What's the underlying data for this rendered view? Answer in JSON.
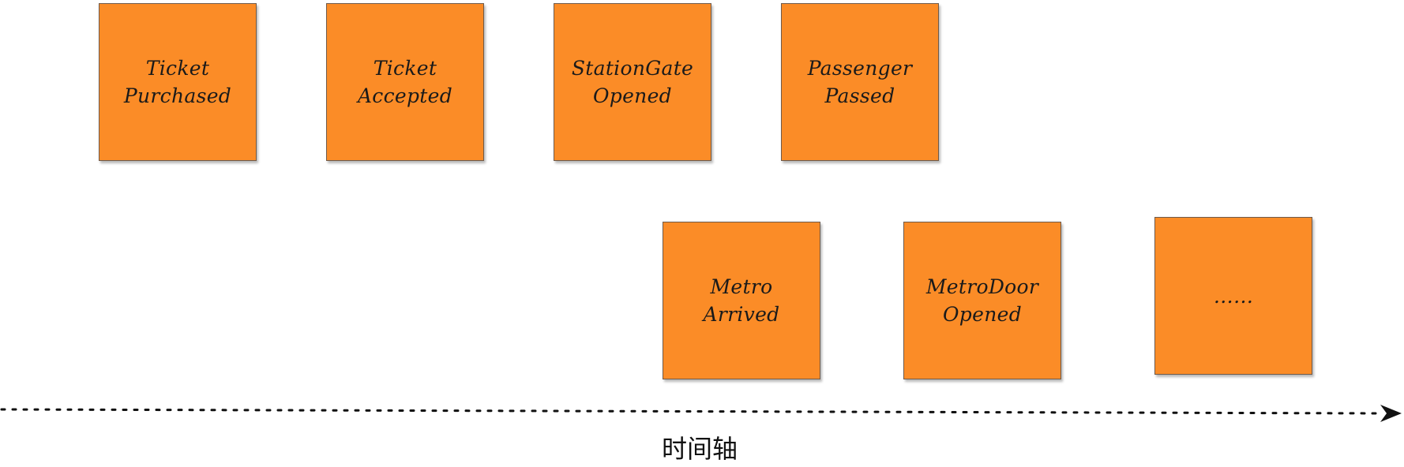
{
  "diagram": {
    "cards": [
      {
        "id": "ticket-purchased",
        "label": "Ticket\nPurchased"
      },
      {
        "id": "ticket-accepted",
        "label": "Ticket\nAccepted"
      },
      {
        "id": "station-gate-opened",
        "label": "StationGate\nOpened"
      },
      {
        "id": "passenger-passed",
        "label": "Passenger\nPassed"
      },
      {
        "id": "metro-arrived",
        "label": "Metro\nArrived"
      },
      {
        "id": "metro-door-opened",
        "label": "MetroDoor\nOpened"
      },
      {
        "id": "more",
        "label": "……"
      }
    ],
    "axis": {
      "label": "时间轴"
    },
    "colors": {
      "card_fill": "#fb8c27",
      "card_border": "#6f5a4a",
      "axis_line": "#111111"
    }
  }
}
